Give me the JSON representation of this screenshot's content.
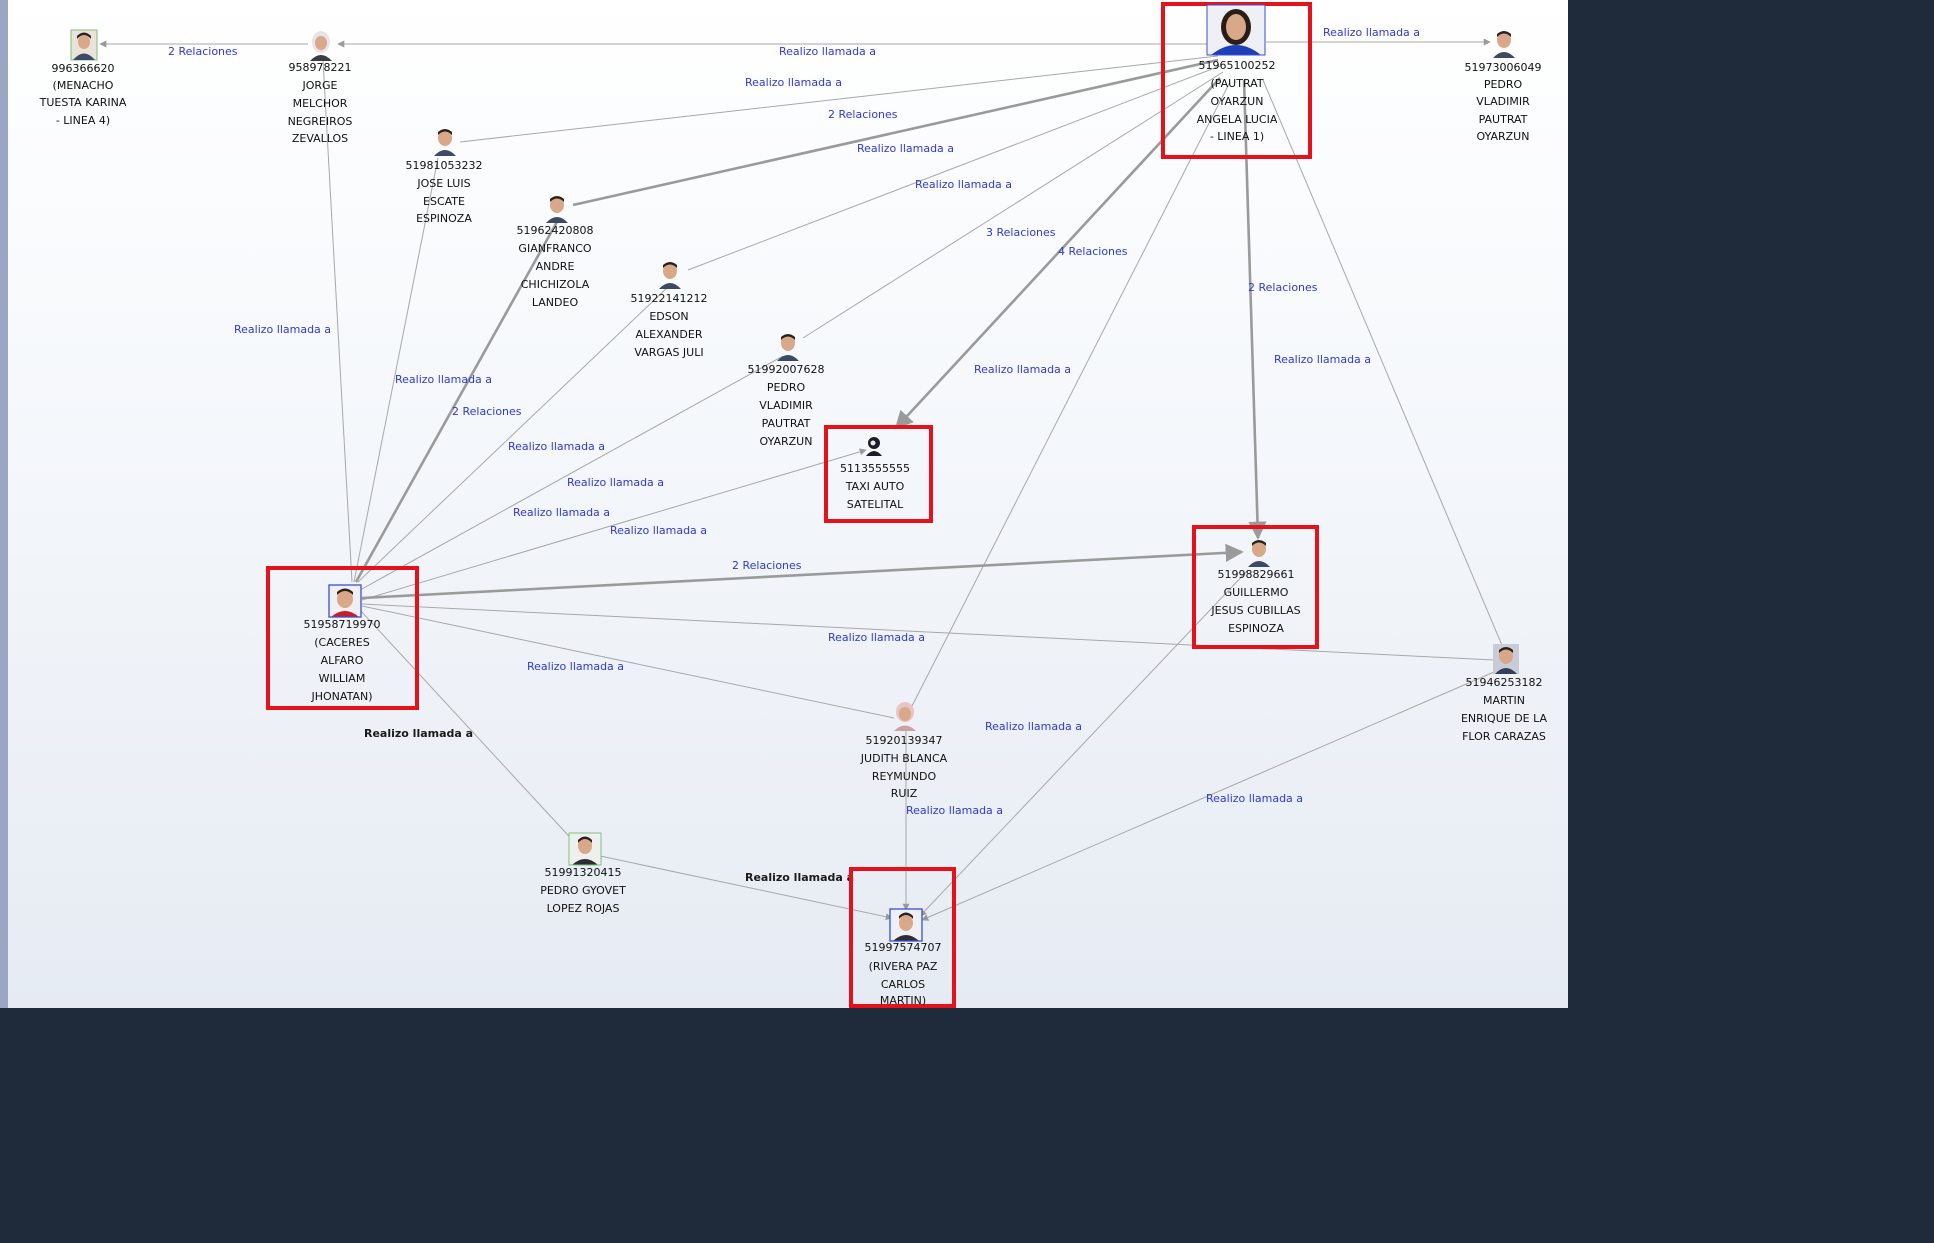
{
  "edge_labels": {
    "realizo": "Realizo llamada a",
    "rel2": "2 Relaciones",
    "rel3": "3 Relaciones",
    "rel4": "4 Relaciones"
  },
  "nodes": {
    "n996": [
      "996366620",
      "(MENACHO",
      "TUESTA KARINA",
      "- LINEA 4)"
    ],
    "n958": [
      "958978221",
      "JORGE",
      "MELCHOR",
      "NEGREIROS",
      "ZEVALLOS"
    ],
    "n965": [
      "51965100252",
      "(PAUTRAT",
      "OYARZUN",
      "ANGELA LUCIA",
      "- LINEA 1)"
    ],
    "n973": [
      "51973006049",
      "PEDRO",
      "VLADIMIR",
      "PAUTRAT",
      "OYARZUN"
    ],
    "n981": [
      "51981053232",
      "JOSE LUIS",
      "ESCATE",
      "ESPINOZA"
    ],
    "n962": [
      "51962420808",
      "GIANFRANCO",
      "ANDRE",
      "CHICHIZOLA",
      "LANDEO"
    ],
    "n922": [
      "51922141212",
      "EDSON",
      "ALEXANDER",
      "VARGAS JULI"
    ],
    "n992": [
      "51992007628",
      "PEDRO",
      "VLADIMIR",
      "PAUTRAT",
      "OYARZUN"
    ],
    "n511": [
      "5113555555",
      "TAXI AUTO",
      "SATELITAL"
    ],
    "n958b": [
      "51958719970",
      "(CACERES",
      "ALFARO",
      "WILLIAM",
      "JHONATAN)"
    ],
    "n998": [
      "51998829661",
      "GUILLERMO",
      "JESUS CUBILLAS",
      "ESPINOZA"
    ],
    "n946": [
      "51946253182",
      "MARTIN",
      "ENRIQUE DE LA",
      "FLOR CARAZAS"
    ],
    "n920": [
      "51920139347",
      "JUDITH BLANCA",
      "REYMUNDO",
      "RUIZ"
    ],
    "n991": [
      "51991320415",
      "PEDRO GYOVET",
      "LOPEZ ROJAS"
    ],
    "n997": [
      "51997574707",
      "(RIVERA PAZ",
      "CARLOS",
      "MARTIN)"
    ]
  }
}
